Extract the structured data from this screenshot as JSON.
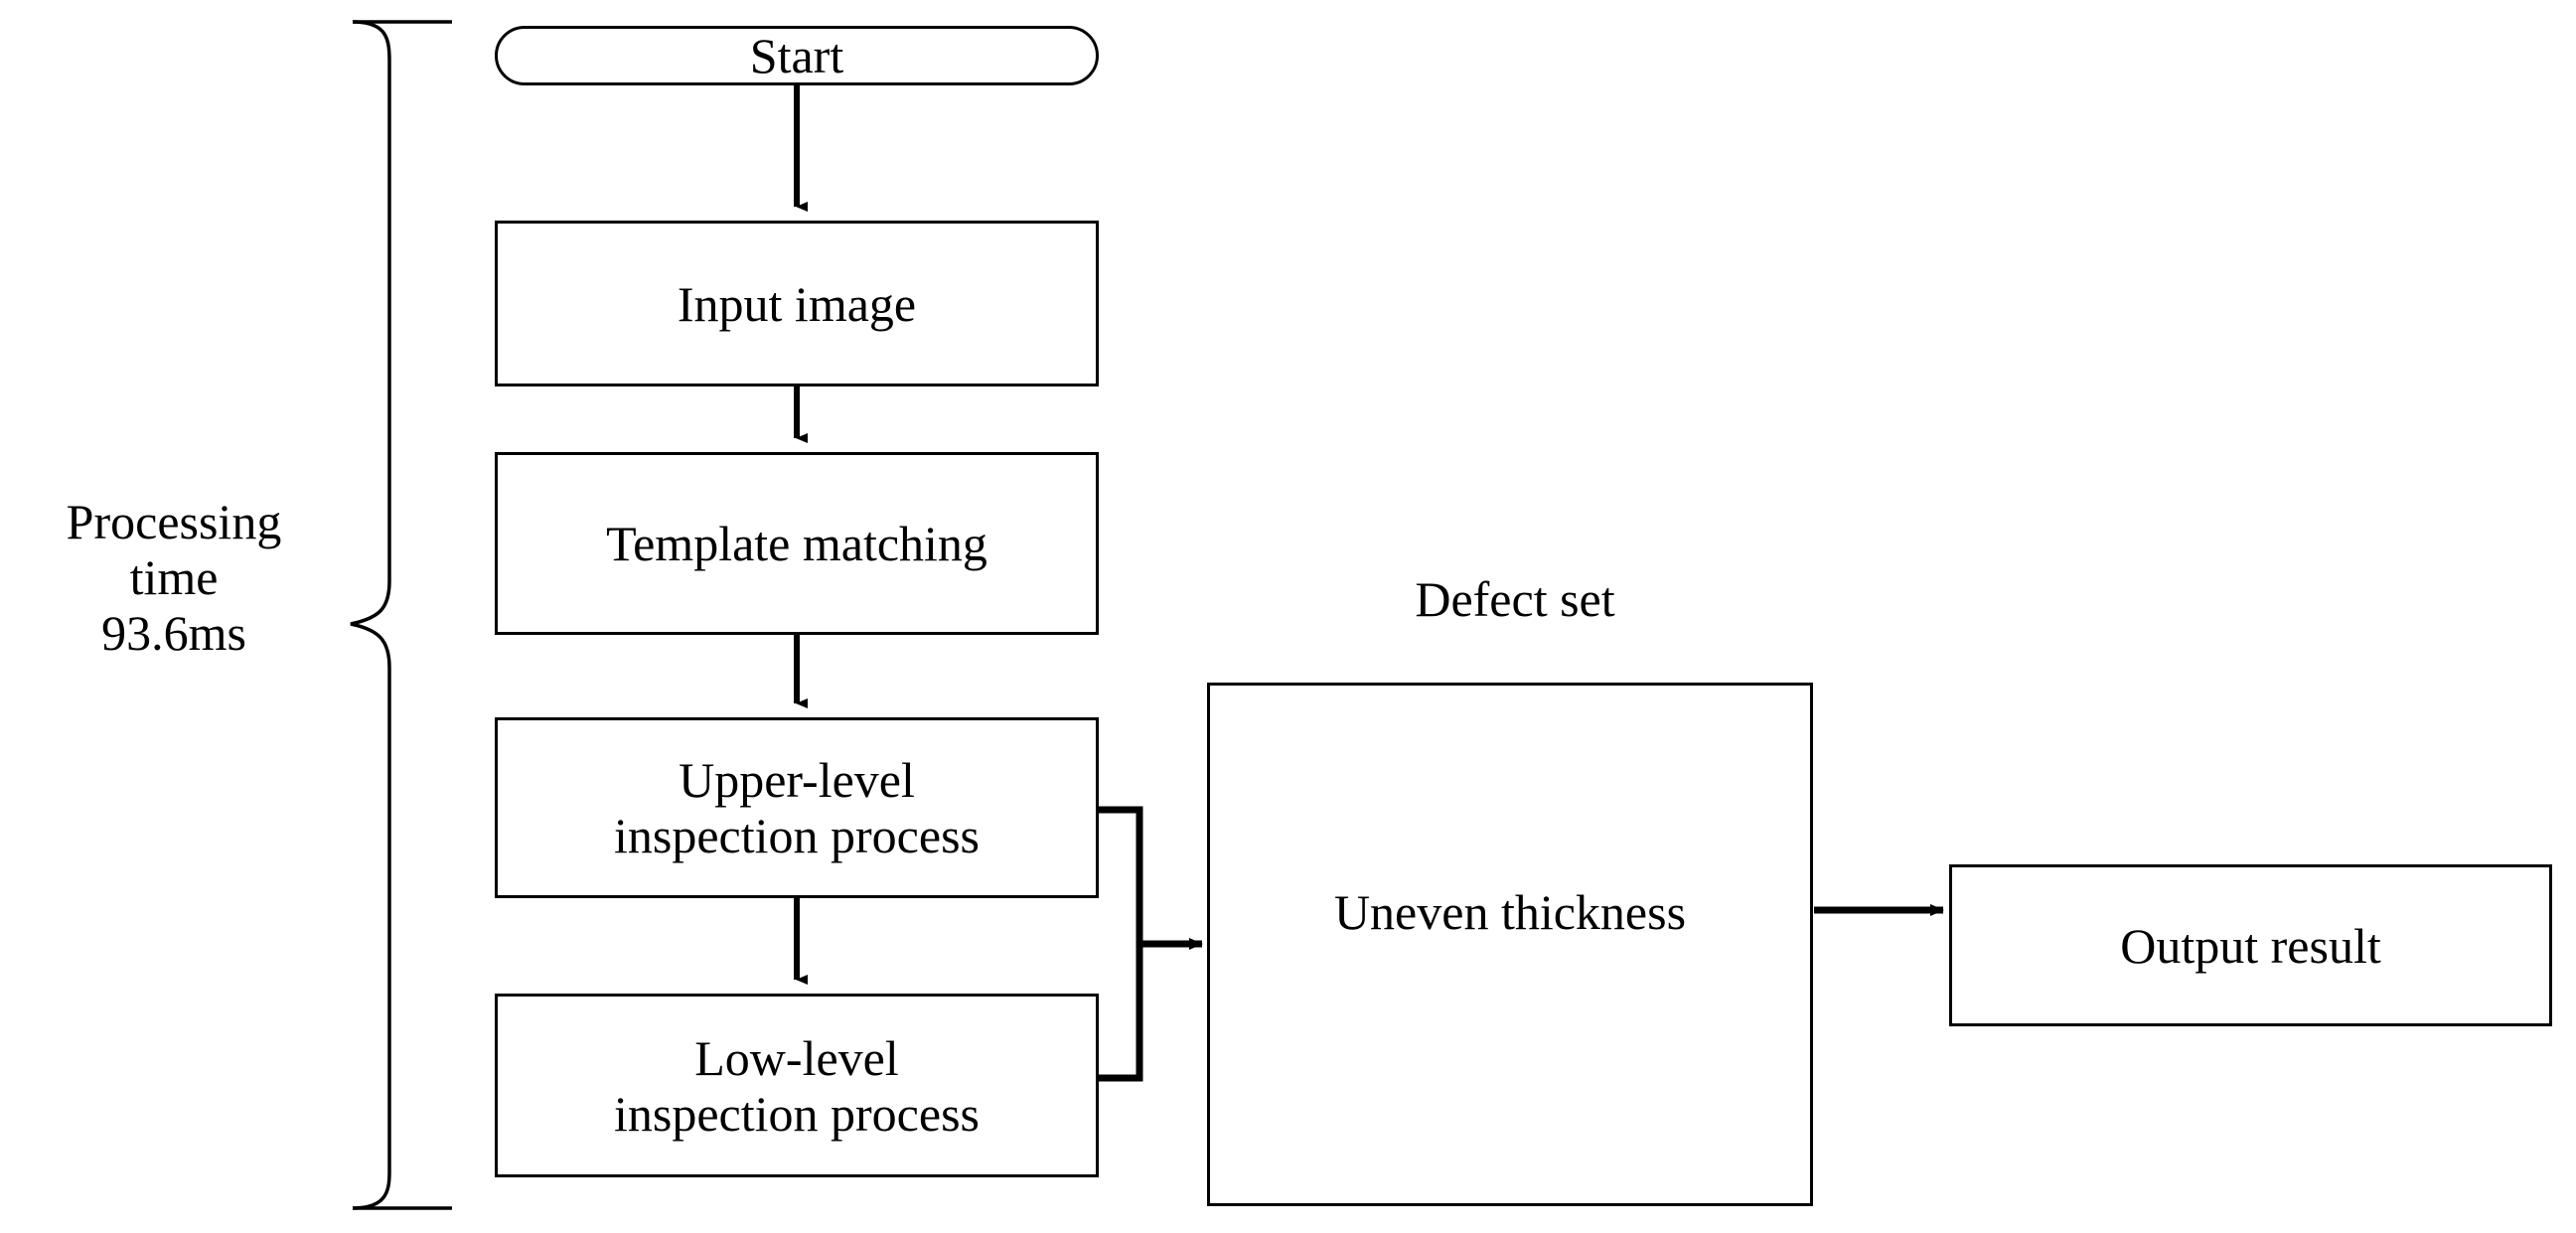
{
  "diagram": {
    "title_label": "Defect set",
    "side_label": "Processing\ntime\n93.6ms",
    "nodes": {
      "start": "Start",
      "input_image": "Input image",
      "template_matching": "Template matching",
      "upper_level": "Upper-level\ninspection process",
      "low_level": "Low-level\ninspection process",
      "uneven_thickness": "Uneven thickness",
      "output_result": "Output result"
    },
    "colors": {
      "stroke": "#000000",
      "fill": "#ffffff",
      "text": "#000000"
    }
  }
}
